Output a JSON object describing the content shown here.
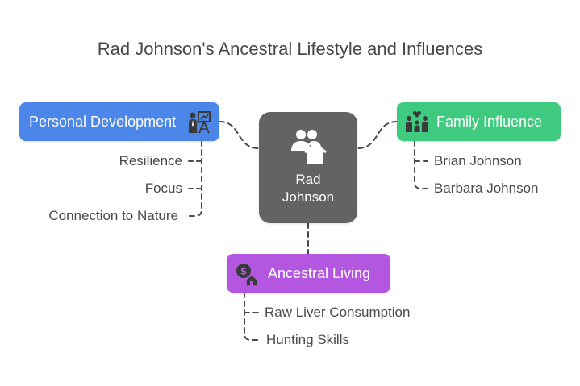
{
  "title": "Rad Johnson's Ancestral Lifestyle and Influences",
  "center": {
    "label": "Rad Johnson",
    "icon": "people-home-icon",
    "color": "#636363"
  },
  "branches": {
    "personal": {
      "label": "Personal Development",
      "icon": "mentor-presentation-icon",
      "color": "#4b86e8",
      "items": [
        "Resilience",
        "Focus",
        "Connection to Nature"
      ]
    },
    "family": {
      "label": "Family Influence",
      "icon": "family-heart-icon",
      "color": "#3fcb7f",
      "items": [
        "Brian Johnson",
        "Barbara Johnson"
      ]
    },
    "ancestral": {
      "label": "Ancestral Living",
      "icon": "money-home-icon",
      "color": "#b356e0",
      "items": [
        "Raw Liver Consumption",
        "Hunting Skills"
      ]
    }
  },
  "connector_color": "#4a4a4a"
}
